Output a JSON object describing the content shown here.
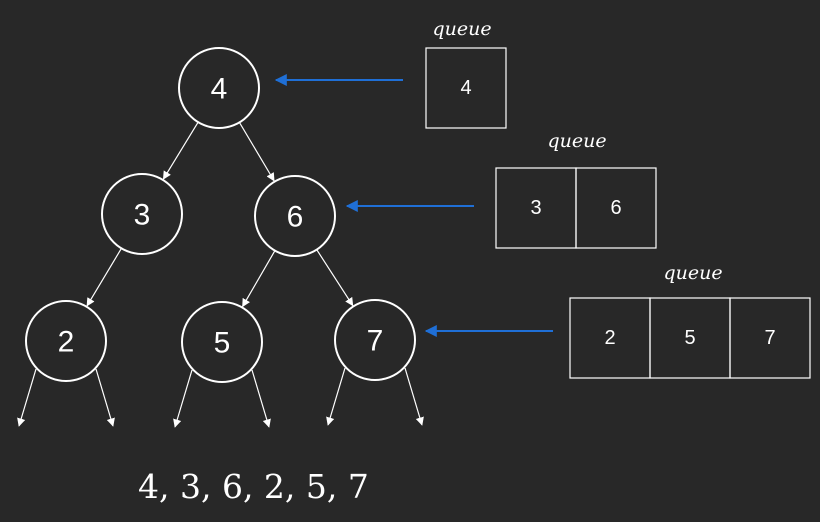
{
  "colors": {
    "background": "#282828",
    "foreground": "#ffffff",
    "pointer_arrow": "#1f6fd6"
  },
  "tree": {
    "nodes": [
      {
        "id": "n4",
        "value": "4"
      },
      {
        "id": "n3",
        "value": "3"
      },
      {
        "id": "n6",
        "value": "6"
      },
      {
        "id": "n2",
        "value": "2"
      },
      {
        "id": "n5",
        "value": "5"
      },
      {
        "id": "n7",
        "value": "7"
      }
    ],
    "edges": [
      {
        "from": "n4",
        "to": "n3"
      },
      {
        "from": "n4",
        "to": "n6"
      },
      {
        "from": "n3",
        "to": "n2"
      },
      {
        "from": "n6",
        "to": "n5"
      },
      {
        "from": "n6",
        "to": "n7"
      }
    ],
    "open_children_of": [
      "n2",
      "n5",
      "n7"
    ]
  },
  "queues": [
    {
      "label": "queue",
      "points_to": "n4",
      "items": [
        "4"
      ]
    },
    {
      "label": "queue",
      "points_to": "n6",
      "items": [
        "3",
        "6"
      ]
    },
    {
      "label": "queue",
      "points_to": "n7",
      "items": [
        "2",
        "5",
        "7"
      ]
    }
  ],
  "traversal_output": "4, 3, 6, 2, 5, 7"
}
